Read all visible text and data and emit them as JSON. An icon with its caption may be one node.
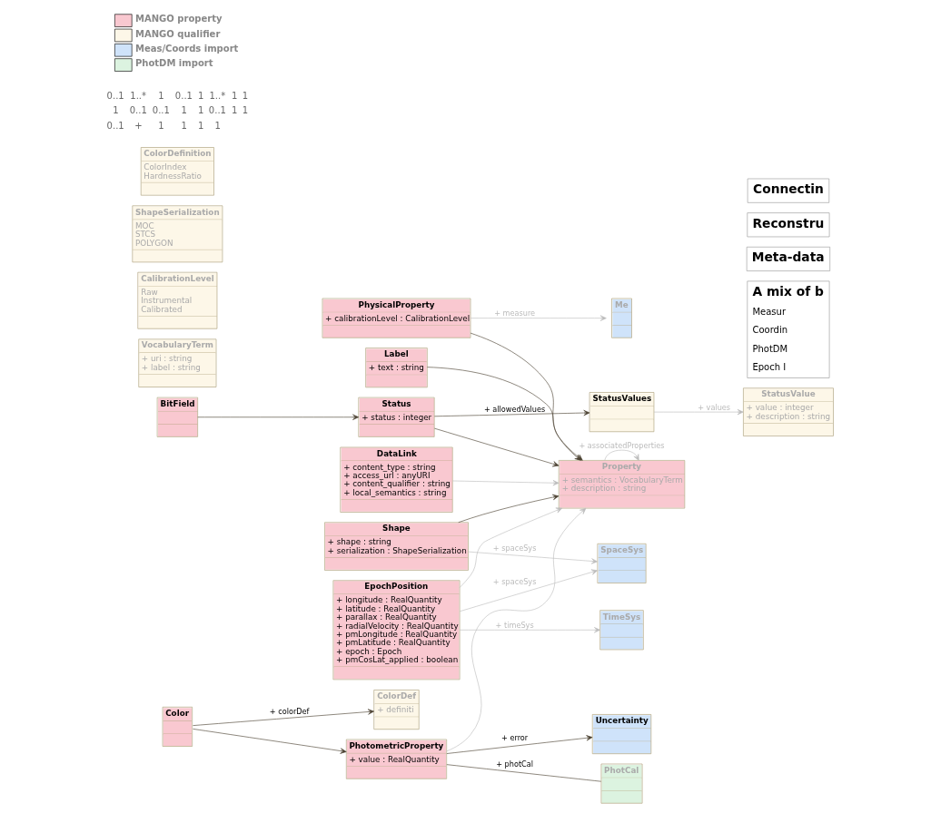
{
  "diagram": {
    "nodes": [
      {
        "text": [
          "Status",
          "+ status : integer"
        ]
      },
      {
        "text": [
          "StatusValues"
        ]
      },
      {
        "text": [
          "StatusValue",
          "+ value : integer",
          "+ description : string"
        ]
      },
      {
        "text": [
          "BitField"
        ]
      },
      {
        "text": [
          "Label",
          "+ text : string"
        ]
      },
      {
        "text": [
          "PhysicalProperty",
          "+ calibrationLevel : CalibrationLevel"
        ]
      },
      {
        "text": [
          "Me"
        ]
      },
      {
        "text": [
          "Property",
          "+ semantics : VocabularyTerm",
          "+ description : string"
        ]
      },
      {
        "text": [
          "Shape",
          "+ shape : string",
          "+ serialization : ShapeSerialization"
        ]
      },
      {
        "text": [
          "SpaceSys"
        ]
      },
      {
        "text": [
          "EpochPosition",
          "+ longitude : RealQuantity",
          "+ latitude : RealQuantity",
          "+ parallax : RealQuantity",
          "+ radialVelocity : RealQuantity",
          "+ pmLongitude : RealQuantity",
          "+ pmLatitude : RealQuantity",
          "+ epoch : Epoch",
          "+ pmCosLat_applied : boolean"
        ]
      },
      {
        "text": [
          "TimeSys"
        ]
      },
      {
        "text": [
          "PhotometricProperty",
          "+ value : RealQuantity"
        ]
      },
      {
        "text": [
          "PhotCal"
        ]
      },
      {
        "text": [
          "Uncertainty"
        ]
      },
      {
        "text": [
          "Color"
        ]
      },
      {
        "text": [
          "ColorDef",
          "+ definiti"
        ]
      },
      {
        "text": [
          "VocabularyTerm",
          "+ uri : string",
          "+ label : string"
        ]
      },
      {
        "text": [
          "CalibrationLevel",
          "Raw",
          "Instrumental",
          "Calibrated"
        ]
      },
      {
        "text": [
          "ShapeSerialization",
          "MOC",
          "STCS",
          "POLYGON"
        ]
      },
      {
        "text": [
          "ColorDefinition",
          "ColorIndex",
          "HardnessRatio"
        ]
      },
      {
        "text": [
          "DataLink",
          "+ content_type : string",
          "+ access_url : anyURI",
          "+ content_qualifier : string",
          "+ local_semantics : string"
        ]
      },
      {
        "text": [
          "A mix of b",
          "Measur",
          "Coordin",
          "PhotDM",
          "Epoch I"
        ]
      },
      {
        "text": [
          "Meta-data"
        ]
      },
      {
        "text": [
          "Reconstru"
        ]
      },
      {
        "text": [
          "Connectin"
        ]
      }
    ],
    "edges": [
      {
        "from": 0,
        "to": 1,
        "arrow": "to",
        "label": "+ allowedValues"
      },
      {
        "from": 1,
        "to": 2,
        "arrow": "to",
        "label": "+ values",
        "color": "#bbbbbb"
      },
      {
        "from": 3,
        "to": 0,
        "arrow": "to"
      },
      {
        "from": 0,
        "to": 7,
        "arrow": "to"
      },
      {
        "from": 4,
        "to": 7,
        "arrow": "to"
      },
      {
        "from": 5,
        "to": 7,
        "arrow": "to"
      },
      {
        "from": 8,
        "to": 7,
        "arrow": "to"
      },
      {
        "from": 5,
        "to": 6,
        "arrow": "to",
        "label": "+ measure",
        "color": "#bbbbbb"
      },
      {
        "from": 7,
        "to": 7,
        "arrow": "to",
        "label": "+ associatedProperties",
        "color": "#bbbbbb"
      },
      {
        "from": 8,
        "to": 9,
        "arrow": "to",
        "label": "+ spaceSys",
        "color": "#bbbbbb"
      },
      {
        "from": 10,
        "to": 7,
        "arrow": "to",
        "color": "#bbbbbb"
      },
      {
        "from": 12,
        "to": 7,
        "arrow": "to",
        "color": "#bbbbbb"
      },
      {
        "from": 21,
        "to": 7,
        "arrow": "to",
        "color": "#bbbbbb"
      },
      {
        "from": 10,
        "to": 9,
        "arrow": "to",
        "label": "+ spaceSys",
        "color": "#bbbbbb"
      },
      {
        "from": 10,
        "to": 11,
        "arrow": "to",
        "label": "+ timeSys",
        "color": "#bbbbbb"
      },
      {
        "from": 12,
        "to": 13,
        "arrow": "none",
        "label": "+ photCal"
      },
      {
        "from": 12,
        "to": 14,
        "arrow": "to",
        "label": "+ error"
      },
      {
        "from": 15,
        "to": 12,
        "arrow": "to"
      },
      {
        "from": 15,
        "to": 16,
        "arrow": "to",
        "label": "+ colorDef"
      }
    ],
    "labels": [
      "0..1",
      "1..*",
      "1",
      "0..1",
      "1",
      "1..*",
      "1",
      "1",
      "1",
      "0..1",
      "0..1",
      "1",
      "1",
      "0..1",
      "1",
      "1",
      "0..1",
      "+",
      "1",
      "1",
      "1",
      "1"
    ],
    "legend": [
      {
        "text": "MANGO property",
        "color": "#f9c8d0"
      },
      {
        "text": "MANGO qualifier",
        "color": "#fdf7e8"
      },
      {
        "text": "Meas/Coords import",
        "color": "#cfe3fa"
      },
      {
        "text": "PhotDM import",
        "color": "#dcf3e0"
      }
    ]
  }
}
